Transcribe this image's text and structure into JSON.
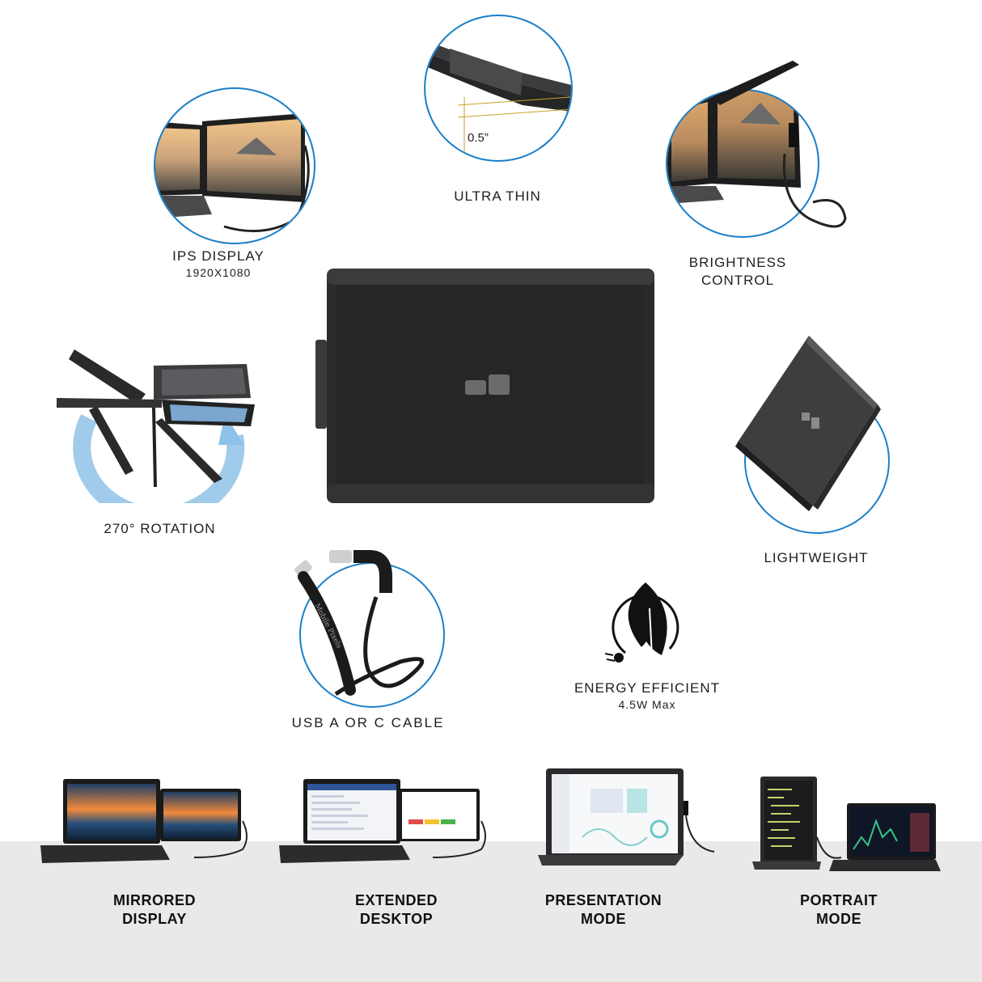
{
  "colors": {
    "accent_ring": "#1a7fc8",
    "device_dark": "#2b2b2d",
    "floor": "#e9e9e9",
    "text": "#1e1e1e"
  },
  "features": {
    "ips": {
      "title": "IPS DISPLAY",
      "sub": "1920X1080",
      "icon": "ips-display-photo"
    },
    "thin": {
      "title": "ULTRA THIN",
      "dimension": "0.5”",
      "icon": "thin-edge-photo"
    },
    "brightness": {
      "line1": "BRIGHTNESS",
      "line2": "CONTROL",
      "icon": "brightness-control-photo"
    },
    "rotation": {
      "title": "270° ROTATION",
      "icon": "rotation-arrow"
    },
    "lightweight": {
      "title": "LIGHTWEIGHT",
      "icon": "folded-monitor-photo"
    },
    "cable": {
      "title": "USB A OR C CABLE",
      "cable_text": "Mobile Pixels",
      "icon": "usb-cable-photo"
    },
    "energy": {
      "title": "ENERGY EFFICIENT",
      "sub": "4.5W Max",
      "icon": "leaf-plug-icon"
    }
  },
  "modes": [
    {
      "line1": "MIRRORED",
      "line2": "DISPLAY",
      "icon": "mirrored-display-photo"
    },
    {
      "line1": "EXTENDED",
      "line2": "DESKTOP",
      "icon": "extended-desktop-photo"
    },
    {
      "line1": "PRESENTATION",
      "line2": "MODE",
      "icon": "presentation-mode-photo"
    },
    {
      "line1": "PORTRAIT",
      "line2": "MODE",
      "icon": "portrait-mode-photo"
    }
  ]
}
